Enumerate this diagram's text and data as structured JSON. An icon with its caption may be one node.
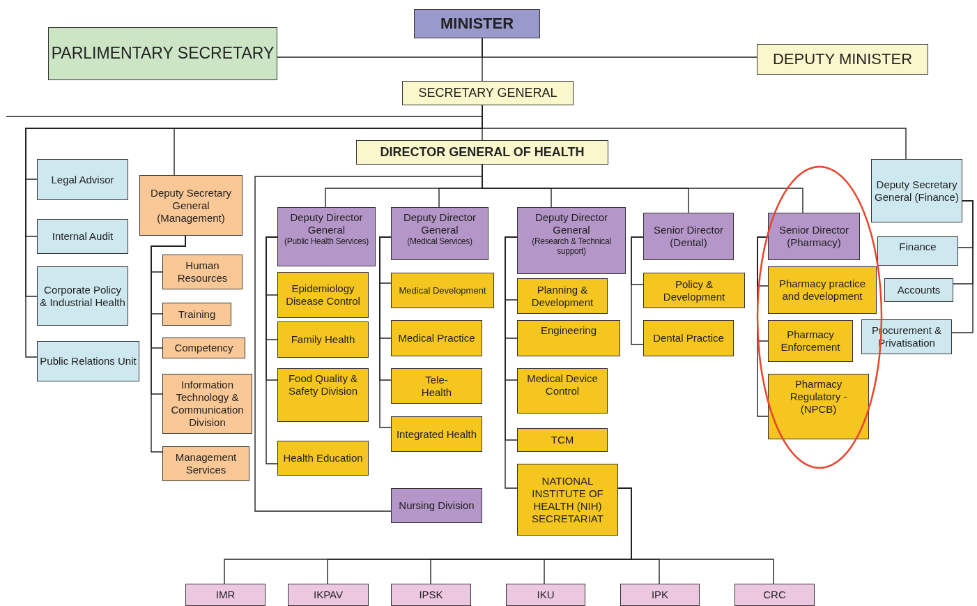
{
  "diagram": {
    "nodes": [
      {
        "text": [
          "MINISTER"
        ]
      },
      {
        "text": [
          "PARLIMENTARY SECRETARY"
        ]
      },
      {
        "text": [
          "DEPUTY MINISTER"
        ]
      },
      {
        "text": [
          "SECRETARY GENERAL"
        ]
      },
      {
        "text": [
          "DIRECTOR  GENERAL OF HEALTH"
        ]
      },
      {
        "text": [
          "Legal Advisor"
        ]
      },
      {
        "text": [
          "Deputy Secretary General (Management)"
        ]
      },
      {
        "text": [
          "Internal Audit"
        ]
      },
      {
        "text": [
          "Corporate Policy & Industrial Health"
        ]
      },
      {
        "text": [
          "Public Relations Unit"
        ]
      },
      {
        "text": [
          "Human Resources"
        ]
      },
      {
        "text": [
          "Training"
        ]
      },
      {
        "text": [
          "Competency"
        ]
      },
      {
        "text": [
          "Information Technology & Communication Division"
        ]
      },
      {
        "text": [
          "Management Services"
        ]
      },
      {
        "text": [
          "Deputy Director General",
          "(Public Health Services)"
        ]
      },
      {
        "text": [
          "Epidemiology Disease Control"
        ]
      },
      {
        "text": [
          "Family Health"
        ]
      },
      {
        "text": [
          "Food Quality & Safety Division"
        ]
      },
      {
        "text": [
          "Health Education"
        ]
      },
      {
        "text": [
          "Deputy Director General",
          "(Medical Services)"
        ]
      },
      {
        "text": [
          "Medical Development"
        ]
      },
      {
        "text": [
          "Medical Practice"
        ]
      },
      {
        "text": [
          "Tele-Health"
        ]
      },
      {
        "text": [
          "Integrated Health"
        ]
      },
      {
        "text": [
          "Nursing Division"
        ]
      },
      {
        "text": [
          "Deputy Director General",
          "(Research & Technical support)"
        ]
      },
      {
        "text": [
          "Planning & Development"
        ]
      },
      {
        "text": [
          "Engineering"
        ]
      },
      {
        "text": [
          "Medical Device Control"
        ]
      },
      {
        "text": [
          "TCM"
        ]
      },
      {
        "text": [
          "NATIONAL INSTITUTE OF HEALTH (NIH) SECRETARIAT"
        ]
      },
      {
        "text": [
          "Senior Director (Dental)"
        ]
      },
      {
        "text": [
          "Policy & Development"
        ]
      },
      {
        "text": [
          "Dental Practice"
        ]
      },
      {
        "text": [
          "Senior Director (Pharmacy)"
        ]
      },
      {
        "text": [
          "Pharmacy practice and development"
        ]
      },
      {
        "text": [
          "Pharmacy Enforcement"
        ]
      },
      {
        "text": [
          "Pharmacy Regulatory - (NPCB)"
        ]
      },
      {
        "text": [
          "Deputy Secretary General (Finance)"
        ]
      },
      {
        "text": [
          "Finance"
        ]
      },
      {
        "text": [
          "Accounts"
        ]
      },
      {
        "text": [
          "Procurement & Privatisation"
        ]
      },
      {
        "text": [
          "IMR"
        ]
      },
      {
        "text": [
          "IKPAV"
        ]
      },
      {
        "text": [
          "IPSK"
        ]
      },
      {
        "text": [
          "IKU"
        ]
      },
      {
        "text": [
          "IPK"
        ]
      },
      {
        "text": [
          "CRC"
        ]
      }
    ],
    "edges": [
      {
        "from": 0,
        "to": 1,
        "arrow": "none"
      },
      {
        "from": 0,
        "to": 2,
        "arrow": "none"
      },
      {
        "from": 0,
        "to": 3,
        "arrow": "none"
      },
      {
        "from": 3,
        "to": null,
        "arrow": "none"
      },
      {
        "from": 3,
        "to": 4,
        "arrow": "none"
      },
      {
        "from": 3,
        "to": 5,
        "arrow": "none"
      },
      {
        "from": 3,
        "to": 7,
        "arrow": "none"
      },
      {
        "from": 3,
        "to": 8,
        "arrow": "none"
      },
      {
        "from": 3,
        "to": 9,
        "arrow": "none"
      },
      {
        "from": 3,
        "to": 6,
        "arrow": "none"
      },
      {
        "from": 3,
        "to": 39,
        "arrow": "none"
      },
      {
        "from": 4,
        "to": 15,
        "arrow": "none"
      },
      {
        "from": 4,
        "to": 20,
        "arrow": "none"
      },
      {
        "from": 4,
        "to": 26,
        "arrow": "none"
      },
      {
        "from": 4,
        "to": 32,
        "arrow": "none"
      },
      {
        "from": 4,
        "to": 35,
        "arrow": "none"
      },
      {
        "from": 4,
        "to": 25,
        "arrow": "none"
      },
      {
        "from": 6,
        "to": 10,
        "arrow": "none"
      },
      {
        "from": 6,
        "to": 11,
        "arrow": "none"
      },
      {
        "from": 6,
        "to": 12,
        "arrow": "none"
      },
      {
        "from": 6,
        "to": 13,
        "arrow": "none"
      },
      {
        "from": 6,
        "to": 14,
        "arrow": "none"
      },
      {
        "from": 15,
        "to": 16,
        "arrow": "none"
      },
      {
        "from": 15,
        "to": 17,
        "arrow": "none"
      },
      {
        "from": 15,
        "to": 18,
        "arrow": "none"
      },
      {
        "from": 15,
        "to": 19,
        "arrow": "none"
      },
      {
        "from": 20,
        "to": 21,
        "arrow": "none"
      },
      {
        "from": 20,
        "to": 22,
        "arrow": "none"
      },
      {
        "from": 20,
        "to": 23,
        "arrow": "none"
      },
      {
        "from": 20,
        "to": 24,
        "arrow": "none"
      },
      {
        "from": 26,
        "to": 27,
        "arrow": "none"
      },
      {
        "from": 26,
        "to": 28,
        "arrow": "none"
      },
      {
        "from": 26,
        "to": 29,
        "arrow": "none"
      },
      {
        "from": 26,
        "to": 30,
        "arrow": "none"
      },
      {
        "from": 26,
        "to": 31,
        "arrow": "none"
      },
      {
        "from": 32,
        "to": 33,
        "arrow": "none"
      },
      {
        "from": 32,
        "to": 34,
        "arrow": "none"
      },
      {
        "from": 35,
        "to": 36,
        "arrow": "none"
      },
      {
        "from": 35,
        "to": 37,
        "arrow": "none"
      },
      {
        "from": 35,
        "to": 38,
        "arrow": "none"
      },
      {
        "from": 39,
        "to": 40,
        "arrow": "none"
      },
      {
        "from": 39,
        "to": 41,
        "arrow": "none"
      },
      {
        "from": 39,
        "to": 42,
        "arrow": "none"
      },
      {
        "from": 31,
        "to": 43,
        "arrow": "none"
      },
      {
        "from": 31,
        "to": 44,
        "arrow": "none"
      },
      {
        "from": 31,
        "to": 45,
        "arrow": "none"
      },
      {
        "from": 31,
        "to": 46,
        "arrow": "none"
      },
      {
        "from": 31,
        "to": 47,
        "arrow": "none"
      },
      {
        "from": 31,
        "to": 48,
        "arrow": "none"
      }
    ]
  }
}
